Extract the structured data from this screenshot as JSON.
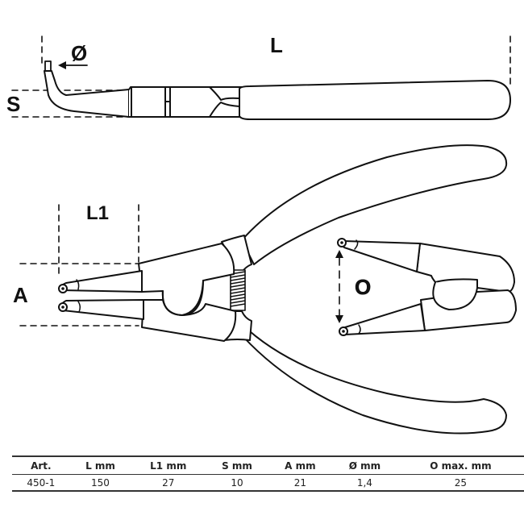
{
  "diagram": {
    "subject": "Circlip pliers, external, 90° bent tips",
    "labels": {
      "overall_length": "L",
      "tip_diameter": "Ø",
      "tip_offset": "S",
      "jaw_length": "L1",
      "jaw_width": "A",
      "opening": "O"
    },
    "colors": {
      "line": "#111111",
      "background": "#ffffff"
    }
  },
  "spec_table": {
    "headers": [
      "Art.",
      "L  mm",
      "L1  mm",
      "S  mm",
      "A  mm",
      "Ø  mm",
      "O  max. mm"
    ],
    "rows": [
      [
        "450-1",
        "150",
        "27",
        "10",
        "21",
        "1,4",
        "25"
      ]
    ]
  }
}
